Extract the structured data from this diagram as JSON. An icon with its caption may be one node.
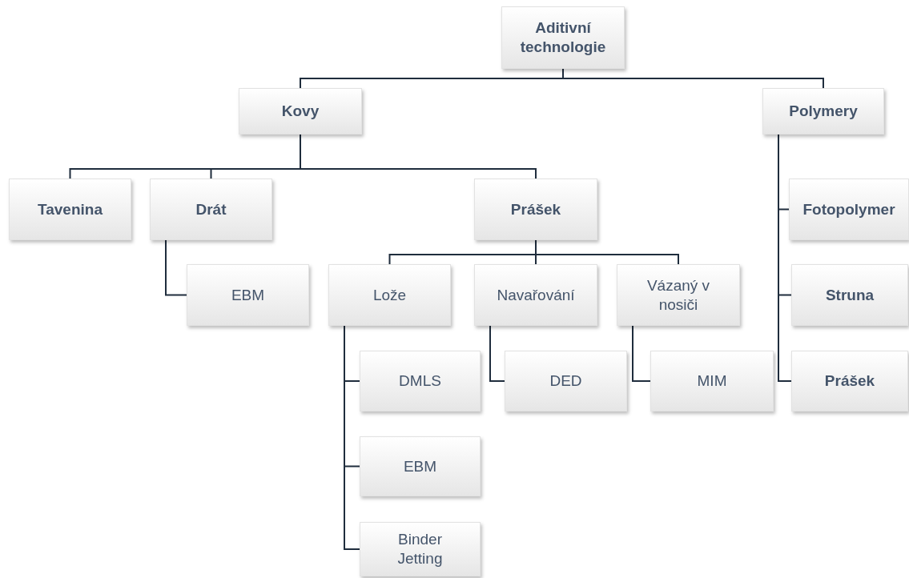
{
  "diagram": {
    "nodes": [
      {
        "text": [
          "Aditivní technologie"
        ]
      },
      {
        "text": [
          "Kovy"
        ]
      },
      {
        "text": [
          "Polymery"
        ]
      },
      {
        "text": [
          "Tavenina"
        ]
      },
      {
        "text": [
          "Drát"
        ]
      },
      {
        "text": [
          "Prášek"
        ]
      },
      {
        "text": [
          "EBM"
        ]
      },
      {
        "text": [
          "Lože"
        ]
      },
      {
        "text": [
          "Navařování"
        ]
      },
      {
        "text": [
          "Vázaný v nosiči"
        ]
      },
      {
        "text": [
          "DMLS"
        ]
      },
      {
        "text": [
          "DED"
        ]
      },
      {
        "text": [
          "MIM"
        ]
      },
      {
        "text": [
          "EBM"
        ]
      },
      {
        "text": [
          "Binder Jetting"
        ]
      },
      {
        "text": [
          "Fotopolymer"
        ]
      },
      {
        "text": [
          "Struna"
        ]
      },
      {
        "text": [
          "Prášek"
        ]
      }
    ],
    "edges": [
      {
        "from": 0,
        "to": 1,
        "arrow": "none"
      },
      {
        "from": 0,
        "to": 2,
        "arrow": "none"
      },
      {
        "from": 1,
        "to": 3,
        "arrow": "none"
      },
      {
        "from": 1,
        "to": 4,
        "arrow": "none"
      },
      {
        "from": 1,
        "to": 5,
        "arrow": "none"
      },
      {
        "from": 4,
        "to": 6,
        "arrow": "none"
      },
      {
        "from": 5,
        "to": 7,
        "arrow": "none"
      },
      {
        "from": 5,
        "to": 8,
        "arrow": "none"
      },
      {
        "from": 5,
        "to": 9,
        "arrow": "none"
      },
      {
        "from": 7,
        "to": 10,
        "arrow": "none"
      },
      {
        "from": 7,
        "to": 13,
        "arrow": "none"
      },
      {
        "from": 7,
        "to": 14,
        "arrow": "none"
      },
      {
        "from": 8,
        "to": 11,
        "arrow": "none"
      },
      {
        "from": 9,
        "to": 12,
        "arrow": "none"
      },
      {
        "from": 2,
        "to": 15,
        "arrow": "none"
      },
      {
        "from": 2,
        "to": 16,
        "arrow": "none"
      },
      {
        "from": 2,
        "to": 17,
        "arrow": "none"
      }
    ]
  }
}
